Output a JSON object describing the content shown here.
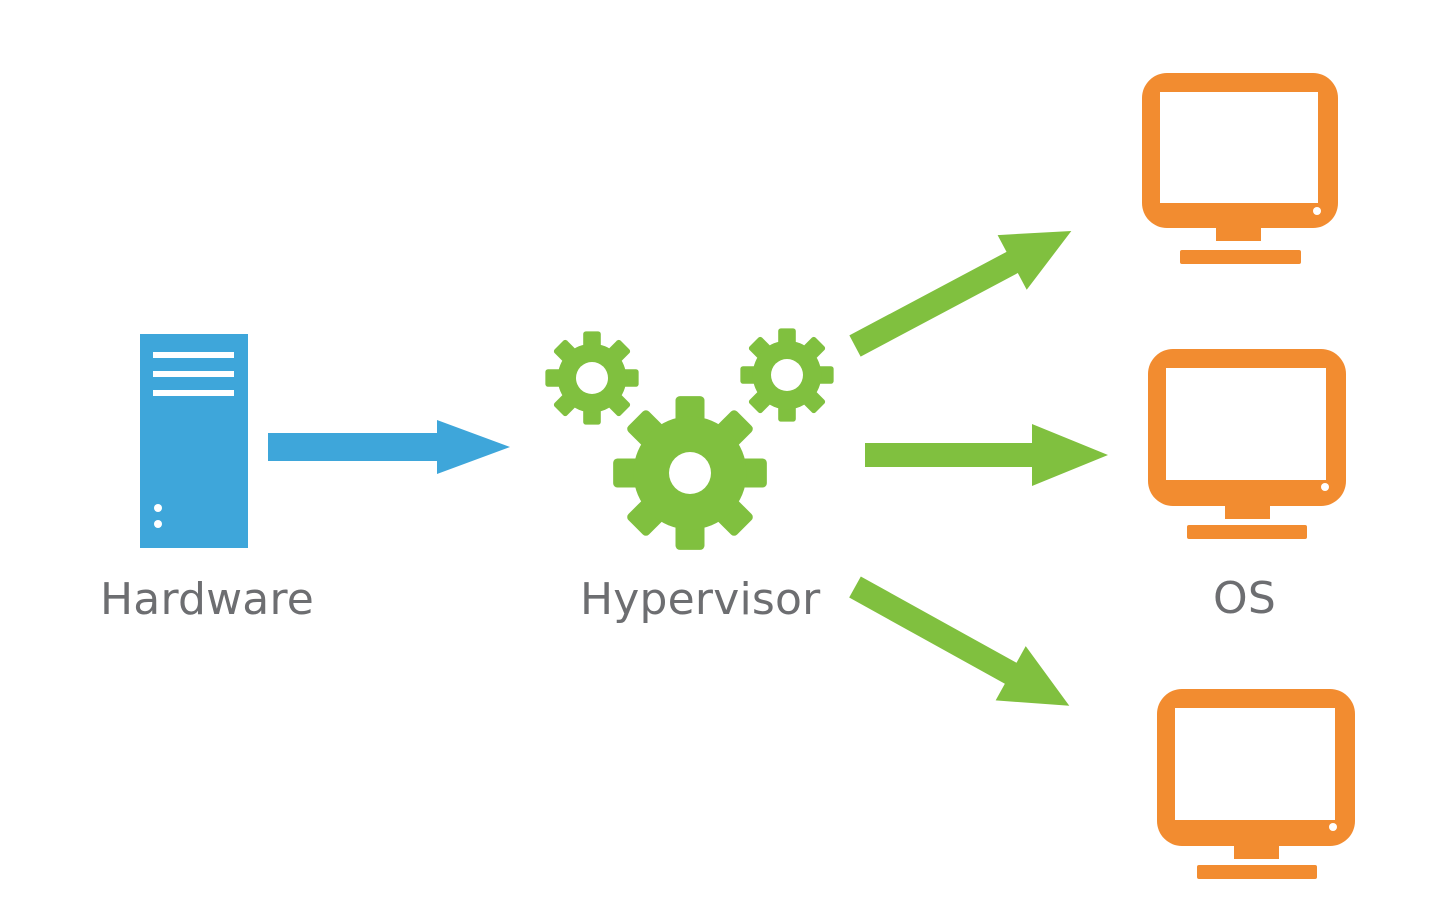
{
  "labels": {
    "hardware": "Hardware",
    "hypervisor": "Hypervisor",
    "os": "OS"
  },
  "icons": {
    "hardware": "server-icon",
    "hypervisor": "gears-icon",
    "os": "monitor-icon"
  },
  "colors": {
    "server": "#3ea6da",
    "hypervisor": "#80c03f",
    "os": "#f28c30",
    "label": "#6d6e71"
  }
}
